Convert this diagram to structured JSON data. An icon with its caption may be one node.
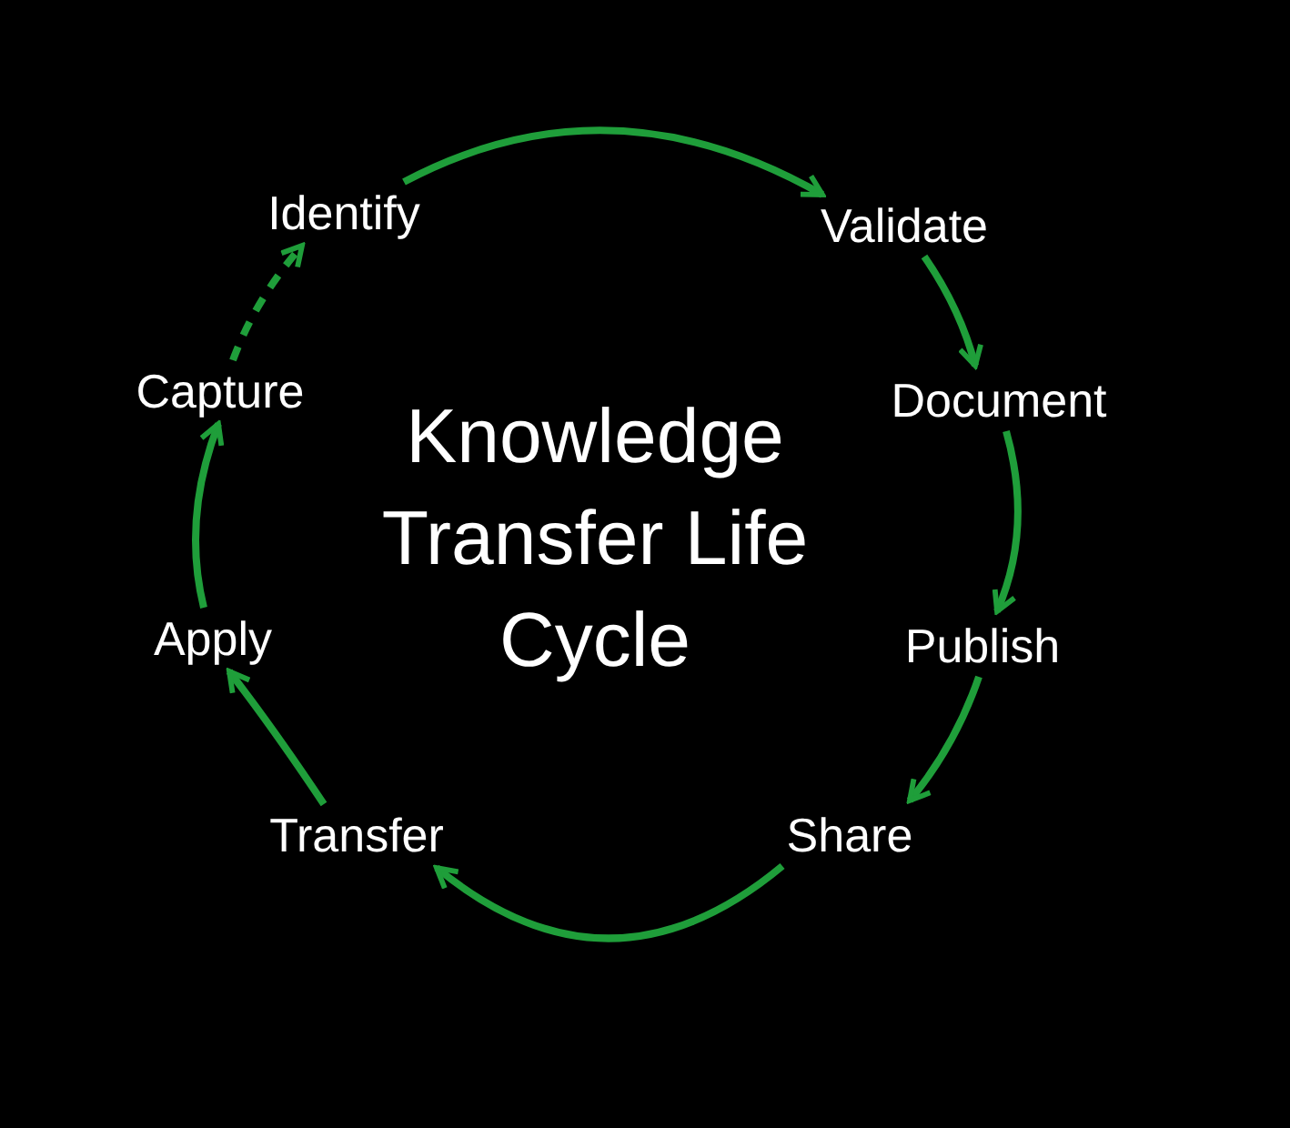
{
  "diagram": {
    "title": "Knowledge Transfer Life Cycle",
    "nodes": [
      {
        "text": [
          "Identify"
        ]
      },
      {
        "text": [
          "Validate"
        ]
      },
      {
        "text": [
          "Document"
        ]
      },
      {
        "text": [
          "Publish"
        ]
      },
      {
        "text": [
          "Share"
        ]
      },
      {
        "text": [
          "Transfer"
        ]
      },
      {
        "text": [
          "Apply"
        ]
      },
      {
        "text": [
          "Capture"
        ]
      }
    ],
    "edges": [
      {
        "from": 0,
        "to": 1,
        "arrow": "to"
      },
      {
        "from": 1,
        "to": 2,
        "arrow": "to"
      },
      {
        "from": 2,
        "to": 3,
        "arrow": "to"
      },
      {
        "from": 3,
        "to": 4,
        "arrow": "to"
      },
      {
        "from": 4,
        "to": 5,
        "arrow": "to"
      },
      {
        "from": 5,
        "to": 6,
        "arrow": "to"
      },
      {
        "from": 6,
        "to": 7,
        "arrow": "to"
      },
      {
        "from": 7,
        "to": 0,
        "arrow": "to",
        "style": "dashed"
      }
    ]
  }
}
